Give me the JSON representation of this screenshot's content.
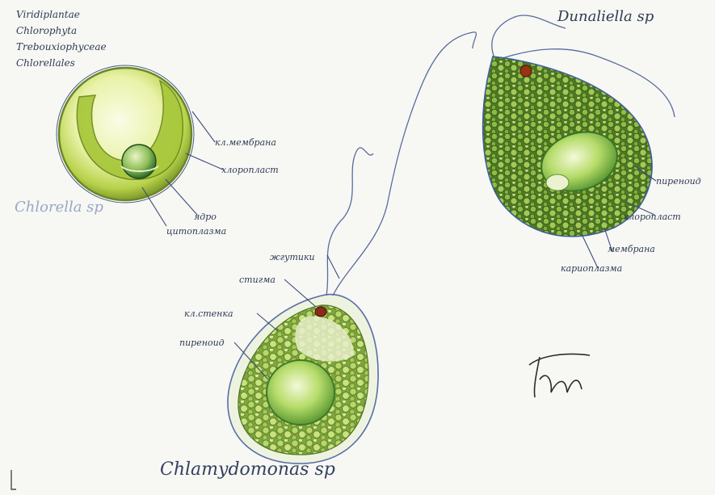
{
  "taxonomy": {
    "lines": [
      "Viridiplantae",
      "Chlorophyta",
      "Trebouxiophyceae",
      "Chlorellales"
    ]
  },
  "organisms": {
    "chlorella": {
      "name": "Chlorella sp",
      "labels": [
        "кл.мембрана",
        "хлоропласт",
        "ядро",
        "цитоплазма"
      ]
    },
    "chlamydomonas": {
      "name": "Chlamydomonas sp",
      "labels": [
        "жгутики",
        "стигма",
        "кл.стенка",
        "пиреноид"
      ]
    },
    "dunaliella": {
      "name": "Dunaliella sp",
      "labels": [
        "пиреноид",
        "хлоропласт",
        "мембрана",
        "кариоплазма"
      ]
    }
  },
  "signature": {
    "text": "Гш"
  },
  "colors": {
    "background": "#f7f8f4",
    "chloroplast": "#8fb33a",
    "cell_fill": "#d9e88a",
    "stigma": "#8a2b1a",
    "ink": "#3d4b78"
  }
}
